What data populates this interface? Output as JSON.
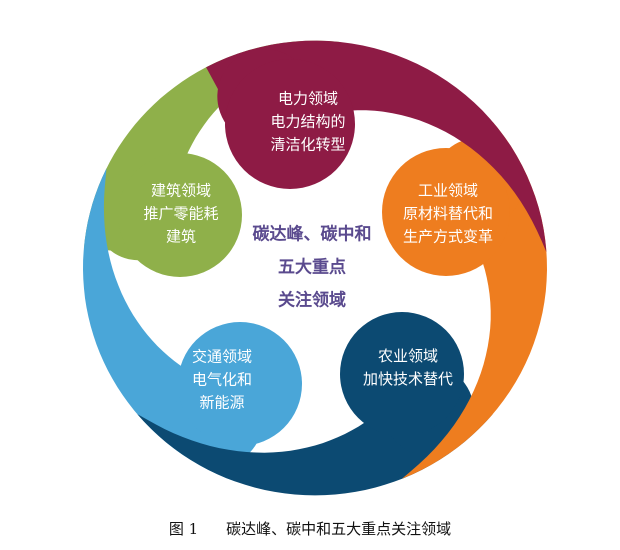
{
  "center": {
    "lines": [
      "碳达峰、碳中和",
      "五大重点",
      "关注领域"
    ],
    "color": "#5a4a8e"
  },
  "segments": [
    {
      "id": "green",
      "color": "#8fb04a",
      "lines": [
        "建筑领域",
        "推广零能耗",
        "建筑"
      ]
    },
    {
      "id": "lightblue",
      "color": "#4aa6d8",
      "lines": [
        "交通领域",
        "电气化和",
        "新能源"
      ]
    },
    {
      "id": "darkblue",
      "color": "#0c4a72",
      "lines": [
        "农业领域",
        "加快技术替代"
      ]
    },
    {
      "id": "orange",
      "color": "#ee7d1f",
      "lines": [
        "工业领域",
        "原材料替代和",
        "生产方式变革"
      ]
    },
    {
      "id": "maroon",
      "color": "#8e1b45",
      "lines": [
        "电力领域",
        "电力结构的",
        "清洁化转型"
      ]
    }
  ],
  "caption": {
    "figure": "图 1",
    "title": "碳达峰、碳中和五大重点关注领域"
  }
}
